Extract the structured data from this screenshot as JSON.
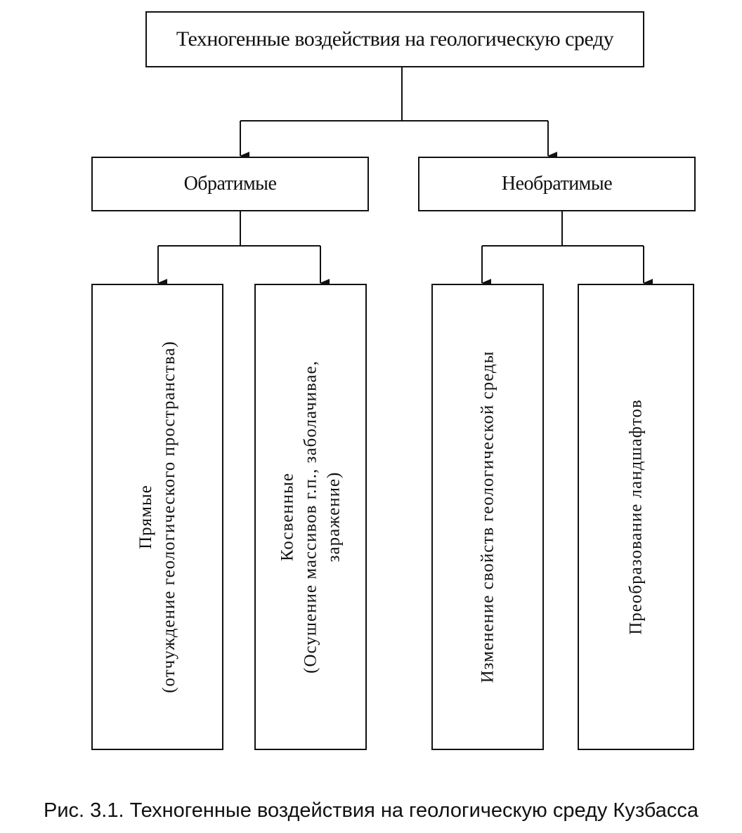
{
  "diagram": {
    "root": "Техногенные воздействия на геологическую среду",
    "reversible": "Обратимые",
    "irreversible": "Необратимые",
    "direct": {
      "title": "Прямые",
      "detail": "(отчуждение геологического пространства)"
    },
    "indirect": {
      "title": "Косвенные",
      "detail_line1": "(Осушение массивов г.п., заболачивае,",
      "detail_line2": "заражение)"
    },
    "property_change": "Изменение свойств геологической среды",
    "landscape_transformation": "Преобразование ландшафтов"
  },
  "caption": "Рис. 3.1. Техногенные воздействия на геологическую среду Кузбасса"
}
